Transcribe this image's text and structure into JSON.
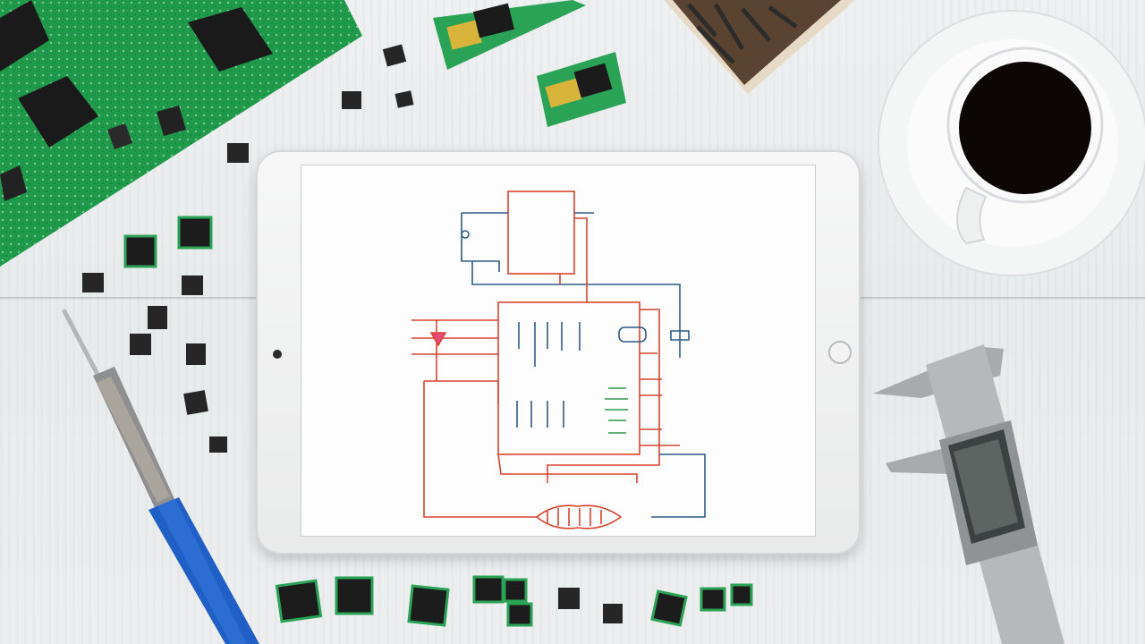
{
  "scene": {
    "subject": "tablet-with-circuit-schematic-on-desk",
    "colors": {
      "desk": "#eceeef",
      "pcb_green": "#1f9a4a",
      "chip_black": "#1b1b1b",
      "wire_red": "#d8432f",
      "wire_blue": "#2c5a86",
      "coffee": "#0c0605",
      "screwdriver_handle": "#1f5fc6",
      "caliper_steel": "#a7abae"
    },
    "icons": [
      "circuit-board",
      "microchip",
      "tablet",
      "schematic",
      "coffee-cup",
      "soldering-iron",
      "digital-caliper",
      "component-box"
    ]
  }
}
